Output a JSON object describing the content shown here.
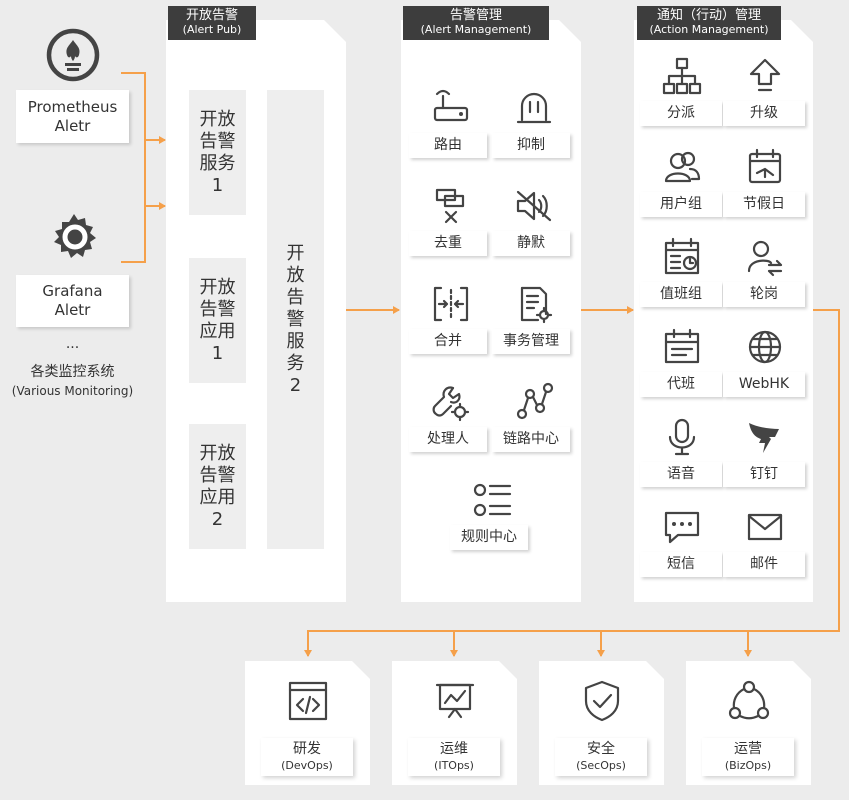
{
  "colors": {
    "accent": "#f5a04a",
    "title_bg": "#3d3d3d",
    "background": "#ececec"
  },
  "sources": {
    "prometheus": {
      "line1": "Prometheus",
      "line2": "Aletr",
      "icon": "prometheus-icon"
    },
    "grafana": {
      "line1": "Grafana",
      "line2": "Aletr",
      "icon": "grafana-icon"
    },
    "more": "...",
    "caption_cn": "各类监控系统",
    "caption_en": "(Various Monitoring)"
  },
  "alert_pub": {
    "title_cn": "开放告警",
    "title_en": "(Alert Pub)",
    "services": [
      "开放告警服务1",
      "开放告警应用1",
      "开放告警应用2"
    ],
    "service2": "开放告警服务2"
  },
  "alert_mgmt": {
    "title_cn": "告警管理",
    "title_en": "(Alert Management)",
    "items": [
      {
        "label": "路由",
        "icon": "router-icon"
      },
      {
        "label": "抑制",
        "icon": "alarm-light-icon"
      },
      {
        "label": "去重",
        "icon": "dedupe-icon"
      },
      {
        "label": "静默",
        "icon": "mute-icon"
      },
      {
        "label": "合并",
        "icon": "merge-icon"
      },
      {
        "label": "事务管理",
        "icon": "transaction-icon"
      },
      {
        "label": "处理人",
        "icon": "wrench-icon"
      },
      {
        "label": "链路中心",
        "icon": "link-center-icon"
      },
      {
        "label": "规则中心",
        "icon": "rule-list-icon"
      }
    ]
  },
  "action_mgmt": {
    "title_cn": "通知（行动）管理",
    "title_en": "(Action Management)",
    "items": [
      {
        "label": "分派",
        "icon": "hierarchy-icon"
      },
      {
        "label": "升级",
        "icon": "upgrade-arrow-icon"
      },
      {
        "label": "用户组",
        "icon": "user-group-icon"
      },
      {
        "label": "节假日",
        "icon": "holiday-calendar-icon"
      },
      {
        "label": "值班组",
        "icon": "duty-calendar-icon"
      },
      {
        "label": "轮岗",
        "icon": "user-rotate-icon"
      },
      {
        "label": "代班",
        "icon": "substitute-calendar-icon"
      },
      {
        "label": "WebHK",
        "icon": "globe-icon"
      },
      {
        "label": "语音",
        "icon": "microphone-icon"
      },
      {
        "label": "钉钉",
        "icon": "dingtalk-icon"
      },
      {
        "label": "短信",
        "icon": "sms-icon"
      },
      {
        "label": "邮件",
        "icon": "mail-icon"
      }
    ]
  },
  "targets": [
    {
      "cn": "研发",
      "en": "(DevOps)",
      "icon": "code-icon"
    },
    {
      "cn": "运维",
      "en": "(ITOps)",
      "icon": "presentation-chart-icon"
    },
    {
      "cn": "安全",
      "en": "(SecOps)",
      "icon": "shield-check-icon"
    },
    {
      "cn": "运营",
      "en": "(BizOps)",
      "icon": "cycle-nodes-icon"
    }
  ]
}
